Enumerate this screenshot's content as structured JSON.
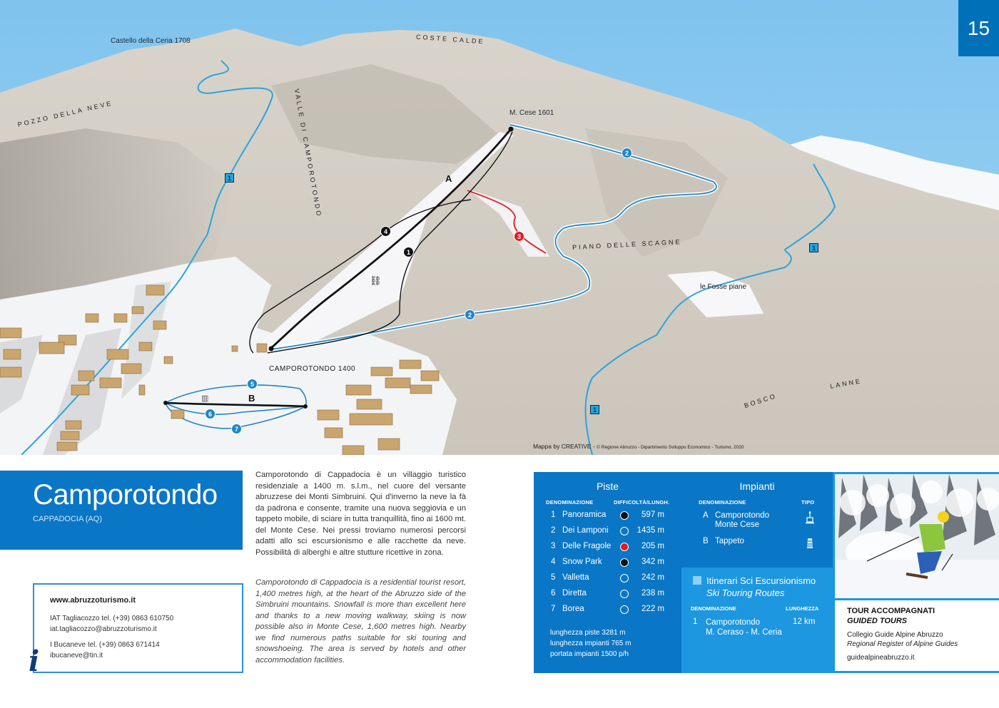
{
  "page_number": "15",
  "colors": {
    "brand_blue": "#0a76c6",
    "light_blue": "#1d97e0",
    "sky": "#8fcbf0",
    "terrain": "#d2cdc4",
    "snow": "#f4f5f7",
    "building": "#c8a470",
    "trail_blue": "#2b9ad6",
    "piste_red": "#e31b23",
    "piste_black": "#111111"
  },
  "map": {
    "labels": {
      "castello": "Castello della Ceria 1708",
      "coste_calde": "COSTE   CALDE",
      "pozzo": "POZZO DELLA NEVE",
      "valle": "VALLE DI CAMPOROTONDO",
      "cese": "M. Cese 1601",
      "piano": "PIANO DELLE SCAGNE",
      "fosse": "le Fosse piane",
      "bosco": "BOSCO",
      "lanne": "LANNE",
      "village": "CAMPOROTONDO 1400"
    },
    "lift_letters": {
      "a": "A",
      "b": "B"
    },
    "piste_markers": [
      "1",
      "2",
      "3",
      "4",
      "5",
      "6",
      "7"
    ],
    "touring_marker": "1",
    "credits_main": "Mappa by CREATIVE - ",
    "credits_small": "© Regione Abruzzo - Dipartimento Sviluppo Economico - Turismo, 2020"
  },
  "title": {
    "main": "Camporotondo",
    "sub": "CAPPADOCIA (AQ)"
  },
  "contact": {
    "url": "www.abruzzoturismo.it",
    "line1": "IAT Tagliacozzo tel. (+39) 0863 610750",
    "line2": "iat.tagliacozzo@abruzzoturismo.it",
    "line3": "I Bucaneve tel.  (+39) 0863 671414",
    "line4": "ibucaneve@tin.it",
    "info_glyph": "i"
  },
  "description": {
    "it": "Camporotondo di Cappadocia è un villaggio turistico residenziale a 1400 m. s.l.m., nel cuore del versante abruzzese dei Monti Simbruini. Qui d'inverno la neve la fà da padrona e consente, tramite una nuova seggiovia e un tappeto mobile, di sciare in tutta tranquillità, fino ai 1600 mt. del Monte Cese. Nei pressi troviamo numerosi percorsi adatti allo sci escursionismo e alle racchette da neve. Possibilità di alberghi e altre stutture ricettive in zona.",
    "en": "Camporotondo di Cappadocia is a residential tourist resort, 1,400 metres high, at the heart of the Abruzzo side of the Simbruini mountains. Snowfall is more than excellent here and thanks to a new moving walkway, skiing is now possible also in Monte Cese, 1,600 metres high. Nearby we find numerous paths suitable for ski touring and snowshoeing. The area is served by hotels and other accommodation facilities."
  },
  "piste": {
    "title": "Piste",
    "col_name": "DENOMINAZIONE",
    "col_diff": "DIFFICOLTÀ/LUNGH.",
    "rows": [
      {
        "num": "1",
        "name": "Panoramica",
        "difficulty": "black",
        "length": "597 m"
      },
      {
        "num": "2",
        "name": "Dei Lamponi",
        "difficulty": "blue",
        "length": "1435 m"
      },
      {
        "num": "3",
        "name": "Delle Fragole",
        "difficulty": "red",
        "length": "205 m"
      },
      {
        "num": "4",
        "name": "Snow Park",
        "difficulty": "black",
        "length": "342 m"
      },
      {
        "num": "5",
        "name": "Valletta",
        "difficulty": "blue",
        "length": "242 m"
      },
      {
        "num": "6",
        "name": "Diretta",
        "difficulty": "blue",
        "length": "238 m"
      },
      {
        "num": "7",
        "name": "Borea",
        "difficulty": "blue",
        "length": "222 m"
      }
    ],
    "stats": {
      "piste_length": "lunghezza piste 3281 m",
      "lift_length": "lunghezza impianti 765 m",
      "capacity": "portata impianti 1500 p/h"
    }
  },
  "impianti": {
    "title": "Impianti",
    "col_name": "DENOMINAZIONE",
    "col_type": "TIPO",
    "rows": [
      {
        "letter": "A",
        "name_l1": "Camporotondo",
        "name_l2": "Monte Cese",
        "type": "chairlift-icon"
      },
      {
        "letter": "B",
        "name_l1": "Tappeto",
        "name_l2": "",
        "type": "moving-walkway-icon"
      }
    ]
  },
  "touring": {
    "title_it": "Itinerari Sci Escursionismo",
    "title_en": "Ski Touring Routes",
    "col_name": "DENOMINAZIONE",
    "col_len": "LUNGHEZZA",
    "rows": [
      {
        "num": "1",
        "name_l1": "Camporotondo",
        "name_l2": "M. Ceraso - M. Ceria",
        "length": "12 km"
      }
    ]
  },
  "guides": {
    "title_it": "TOUR ACCOMPAGNATI",
    "title_en": "GUIDED TOURS",
    "org_it": "Collegio Guide Alpine Abruzzo",
    "org_en": "Regional Register of Alpine Guides",
    "site": "guidealpineabruzzo.it"
  }
}
